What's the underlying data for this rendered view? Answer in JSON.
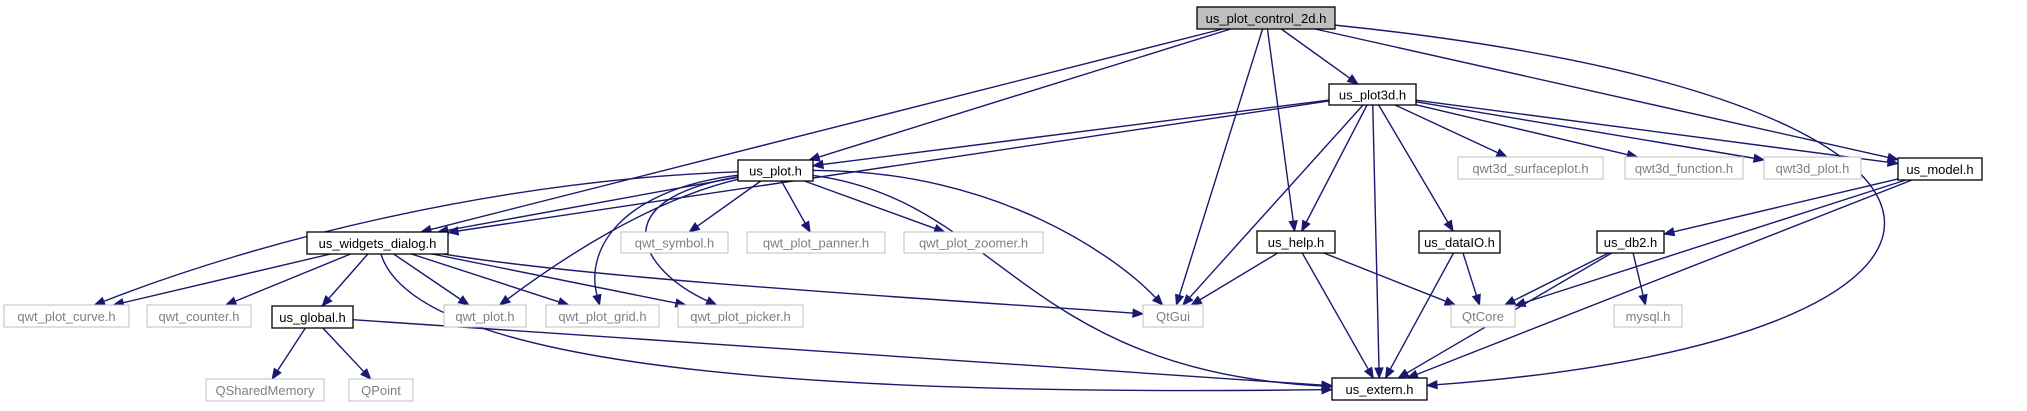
{
  "diagram": {
    "root": "us_plot_control_2d.h",
    "colors": {
      "edge": "#191970",
      "root_fill": "#bfbfbf",
      "external_border": "#bfbfbf",
      "external_text": "#808080"
    },
    "nodes": [
      {
        "id": "root",
        "label": "us_plot_control_2d.h",
        "kind": "root"
      },
      {
        "id": "us_plot3d",
        "label": "us_plot3d.h",
        "kind": "normal"
      },
      {
        "id": "us_plot",
        "label": "us_plot.h",
        "kind": "normal"
      },
      {
        "id": "us_widgets_dialog",
        "label": "us_widgets_dialog.h",
        "kind": "normal"
      },
      {
        "id": "us_model",
        "label": "us_model.h",
        "kind": "normal"
      },
      {
        "id": "us_help",
        "label": "us_help.h",
        "kind": "normal"
      },
      {
        "id": "us_dataIO",
        "label": "us_dataIO.h",
        "kind": "normal"
      },
      {
        "id": "us_db2",
        "label": "us_db2.h",
        "kind": "normal"
      },
      {
        "id": "us_global",
        "label": "us_global.h",
        "kind": "normal"
      },
      {
        "id": "us_extern",
        "label": "us_extern.h",
        "kind": "normal"
      },
      {
        "id": "qwt3d_surfaceplot",
        "label": "qwt3d_surfaceplot.h",
        "kind": "external"
      },
      {
        "id": "qwt3d_function",
        "label": "qwt3d_function.h",
        "kind": "external"
      },
      {
        "id": "qwt3d_plot",
        "label": "qwt3d_plot.h",
        "kind": "external"
      },
      {
        "id": "qwt_symbol",
        "label": "qwt_symbol.h",
        "kind": "external"
      },
      {
        "id": "qwt_plot_panner",
        "label": "qwt_plot_panner.h",
        "kind": "external"
      },
      {
        "id": "qwt_plot_zoomer",
        "label": "qwt_plot_zoomer.h",
        "kind": "external"
      },
      {
        "id": "qwt_plot_curve",
        "label": "qwt_plot_curve.h",
        "kind": "external"
      },
      {
        "id": "qwt_counter",
        "label": "qwt_counter.h",
        "kind": "external"
      },
      {
        "id": "qwt_plot",
        "label": "qwt_plot.h",
        "kind": "external"
      },
      {
        "id": "qwt_plot_grid",
        "label": "qwt_plot_grid.h",
        "kind": "external"
      },
      {
        "id": "qwt_plot_picker",
        "label": "qwt_plot_picker.h",
        "kind": "external"
      },
      {
        "id": "QtGui",
        "label": "QtGui",
        "kind": "external"
      },
      {
        "id": "QtCore",
        "label": "QtCore",
        "kind": "external"
      },
      {
        "id": "mysql",
        "label": "mysql.h",
        "kind": "external"
      },
      {
        "id": "QSharedMemory",
        "label": "QSharedMemory",
        "kind": "external"
      },
      {
        "id": "QPoint",
        "label": "QPoint",
        "kind": "external"
      }
    ],
    "edges": [
      [
        "root",
        "us_plot3d"
      ],
      [
        "root",
        "us_plot"
      ],
      [
        "root",
        "us_widgets_dialog"
      ],
      [
        "root",
        "us_model"
      ],
      [
        "root",
        "us_help"
      ],
      [
        "root",
        "QtGui"
      ],
      [
        "root",
        "us_extern"
      ],
      [
        "us_plot3d",
        "us_plot"
      ],
      [
        "us_plot3d",
        "us_widgets_dialog"
      ],
      [
        "us_plot3d",
        "us_help"
      ],
      [
        "us_plot3d",
        "QtGui"
      ],
      [
        "us_plot3d",
        "us_extern"
      ],
      [
        "us_plot3d",
        "us_dataIO"
      ],
      [
        "us_plot3d",
        "qwt3d_surfaceplot"
      ],
      [
        "us_plot3d",
        "qwt3d_function"
      ],
      [
        "us_plot3d",
        "qwt3d_plot"
      ],
      [
        "us_plot3d",
        "us_model"
      ],
      [
        "us_plot",
        "us_widgets_dialog"
      ],
      [
        "us_plot",
        "qwt_symbol"
      ],
      [
        "us_plot",
        "qwt_plot_panner"
      ],
      [
        "us_plot",
        "qwt_plot_zoomer"
      ],
      [
        "us_plot",
        "qwt_plot_curve"
      ],
      [
        "us_plot",
        "qwt_plot"
      ],
      [
        "us_plot",
        "qwt_plot_grid"
      ],
      [
        "us_plot",
        "qwt_plot_picker"
      ],
      [
        "us_plot",
        "QtGui"
      ],
      [
        "us_plot",
        "us_extern"
      ],
      [
        "us_widgets_dialog",
        "qwt_plot_curve"
      ],
      [
        "us_widgets_dialog",
        "qwt_counter"
      ],
      [
        "us_widgets_dialog",
        "us_global"
      ],
      [
        "us_widgets_dialog",
        "qwt_plot"
      ],
      [
        "us_widgets_dialog",
        "qwt_plot_grid"
      ],
      [
        "us_widgets_dialog",
        "qwt_plot_picker"
      ],
      [
        "us_widgets_dialog",
        "QtGui"
      ],
      [
        "us_widgets_dialog",
        "us_extern"
      ],
      [
        "us_global",
        "QSharedMemory"
      ],
      [
        "us_global",
        "QPoint"
      ],
      [
        "us_global",
        "us_extern"
      ],
      [
        "us_help",
        "QtGui"
      ],
      [
        "us_help",
        "QtCore"
      ],
      [
        "us_help",
        "us_extern"
      ],
      [
        "us_dataIO",
        "QtCore"
      ],
      [
        "us_dataIO",
        "us_extern"
      ],
      [
        "us_model",
        "QtCore"
      ],
      [
        "us_model",
        "us_db2"
      ],
      [
        "us_model",
        "us_extern"
      ],
      [
        "us_db2",
        "QtCore"
      ],
      [
        "us_db2",
        "mysql"
      ],
      [
        "us_db2",
        "us_extern"
      ]
    ]
  }
}
